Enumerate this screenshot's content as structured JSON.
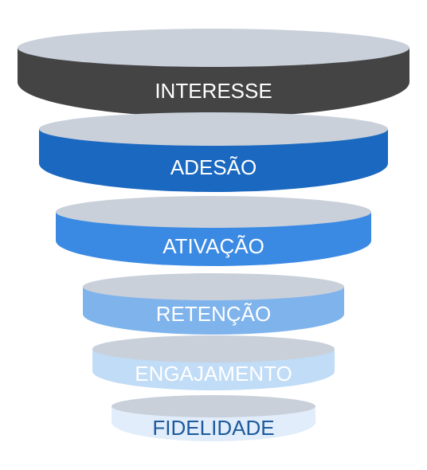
{
  "funnel": {
    "top_color": "#c9d0da",
    "stages": [
      {
        "label": "INTERESSE",
        "color": "#444444",
        "text_color": "#ffffff"
      },
      {
        "label": "ADESÃO",
        "color": "#1a68bf",
        "text_color": "#ffffff"
      },
      {
        "label": "ATIVAÇÃO",
        "color": "#3a8ae4",
        "text_color": "#ffffff"
      },
      {
        "label": "RETENÇÃO",
        "color": "#7eb3ec",
        "text_color": "#ffffff"
      },
      {
        "label": "ENGAJAMENTO",
        "color": "#c0dcf6",
        "text_color": "#ffffff"
      },
      {
        "label": "FIDELIDADE",
        "color": "#e1edfb",
        "text_color": "#1d5a9c"
      }
    ]
  }
}
